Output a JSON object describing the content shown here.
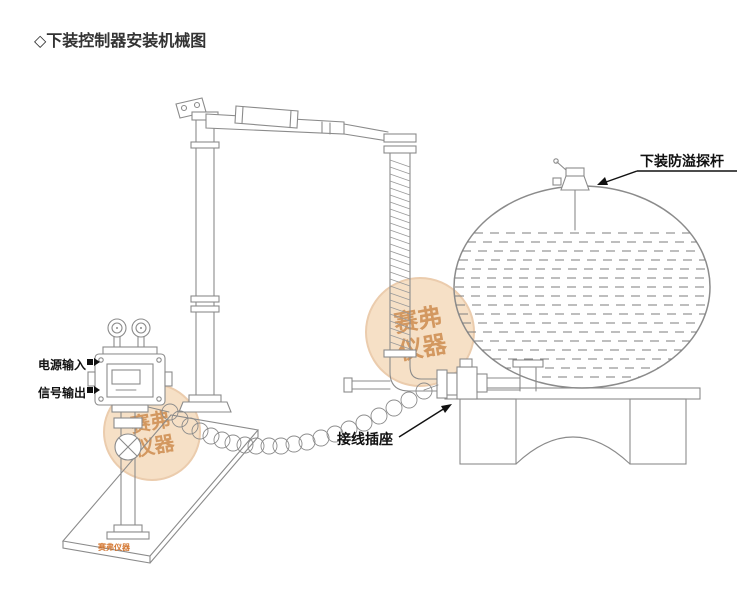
{
  "page": {
    "title": "◇下装控制器安装机械图"
  },
  "annotations": {
    "power_input": "电源输入",
    "signal_output": "信号输出",
    "overflow_probe": "下装防溢探杆",
    "wiring_socket": "接线插座"
  },
  "watermark": {
    "line1": "赛弗",
    "line2": "仪器",
    "small": "赛弗仪器"
  },
  "colors": {
    "drawing_line": "#8b8b8b",
    "label_text": "#111111",
    "watermark_fill": "#eec28f",
    "watermark_stroke": "#d89a5d",
    "watermark_text": "#c8803f",
    "watermark_small_text": "#d06a1e"
  }
}
